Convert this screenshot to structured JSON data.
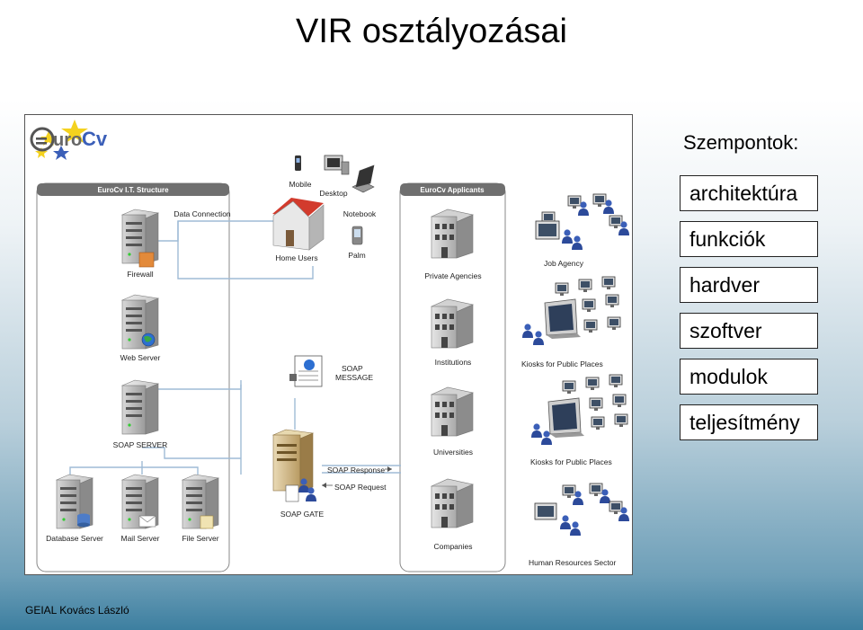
{
  "slide": {
    "title": "VIR osztályozásai",
    "footer": "GEIAL Kovács László"
  },
  "criteria": {
    "heading": "Szempontok:",
    "items": [
      "architektúra",
      "funkciók",
      "hardver",
      "szoftver",
      "modulok",
      "teljesítmény"
    ]
  },
  "diagram": {
    "logo": {
      "prefix": "uro",
      "suffix": "Cv"
    },
    "left_panel": {
      "title": "EuroCv I.T. Structure"
    },
    "right_panel": {
      "title": "EuroCv Applicants"
    },
    "labels": {
      "data_connection": "Data Connection",
      "firewall": "Firewall",
      "web_server": "Web Server",
      "soap_server": "SOAP SERVER",
      "database_server": "Database Server",
      "mail_server": "Mail Server",
      "file_server": "File Server",
      "mobile": "Mobile",
      "desktop": "Desktop",
      "notebook": "Notebook",
      "home_users": "Home Users",
      "palm": "Palm",
      "soap_message_1": "SOAP",
      "soap_message_2": "MESSAGE",
      "soap_gate": "SOAP GATE",
      "soap_response": "SOAP Response",
      "soap_request": "SOAP Request",
      "private_agencies": "Private Agencies",
      "institutions": "Institutions",
      "universities": "Universities",
      "companies": "Companies",
      "job_agency": "Job Agency",
      "kiosks_1": "Kiosks for Public Places",
      "kiosks_2": "Kiosks for Public Places",
      "hr_sector": "Human Resources Sector"
    }
  }
}
